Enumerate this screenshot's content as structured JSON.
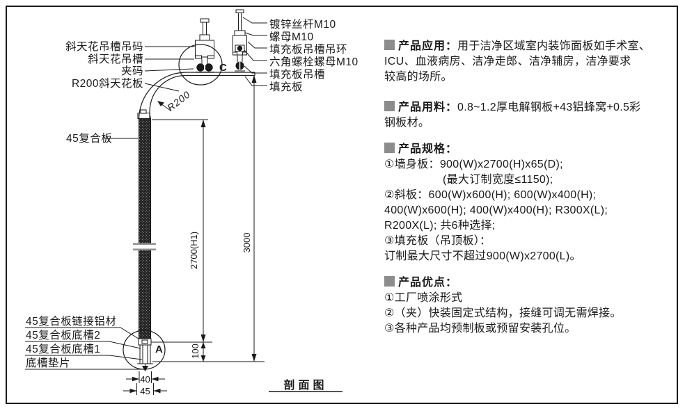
{
  "colors": {
    "line": "#1a1a1a",
    "accent": "#8c8c8c"
  },
  "diagram": {
    "labels_top_left": [
      "斜天花吊槽吊码",
      "斜天花吊槽",
      "夹码",
      "R200斜天花板"
    ],
    "label_mid_left": "45复合板",
    "labels_top_right": [
      "镀锌丝杆M10",
      "螺母M10",
      "填充板吊槽吊环",
      "六角螺栓螺母M10",
      "填充板吊槽",
      "填充板"
    ],
    "labels_bottom_left": [
      "45复合板链接铝材",
      "45复合板底槽2",
      "45复合板底槽1",
      "底槽垫片"
    ],
    "dimensions": {
      "panel_height": "2700(H1)",
      "total_height": "3000",
      "base_offset": "100",
      "panel_width": "40",
      "base_width": "45",
      "curve_radius": "R200"
    },
    "detail_markers": {
      "top": "C",
      "bottom": "A"
    },
    "caption": "剖面图"
  },
  "info": {
    "sections": [
      {
        "title": "产品应用：",
        "first_line": "用于洁净区域室内装饰面板如手术室、",
        "lines": [
          "ICU、血液病房、洁净走郎、洁净辅房，洁净要求",
          "较高的场所。"
        ]
      },
      {
        "title": "产品用料：",
        "first_line": "0.8~1.2厚电解钢板+43铝蜂窝+0.5彩",
        "lines": [
          "钢板材。"
        ]
      },
      {
        "title": "产品规格：",
        "first_line": "",
        "lines": [
          "①墙身板：900(W)x2700(H)x65(D);",
          "(最大订制宽度≤1150);",
          "②斜板：600(W)x600(H); 600(W)x400(H);",
          "400(W)x600(H); 400(W)x400(H); R300X(L);",
          "R200X(L); 共6种选择;",
          "③填充板（吊顶板）：",
          "订制最大尺寸不超过900(W)x2700(L)。"
        ]
      },
      {
        "title": "产品优点：",
        "first_line": "",
        "lines": [
          "①工厂喷涂形式",
          "②（夹）快装固定式结构，接缝可调无需焊接。",
          "③各种产品均预制板或预留安装孔位。"
        ]
      }
    ]
  }
}
